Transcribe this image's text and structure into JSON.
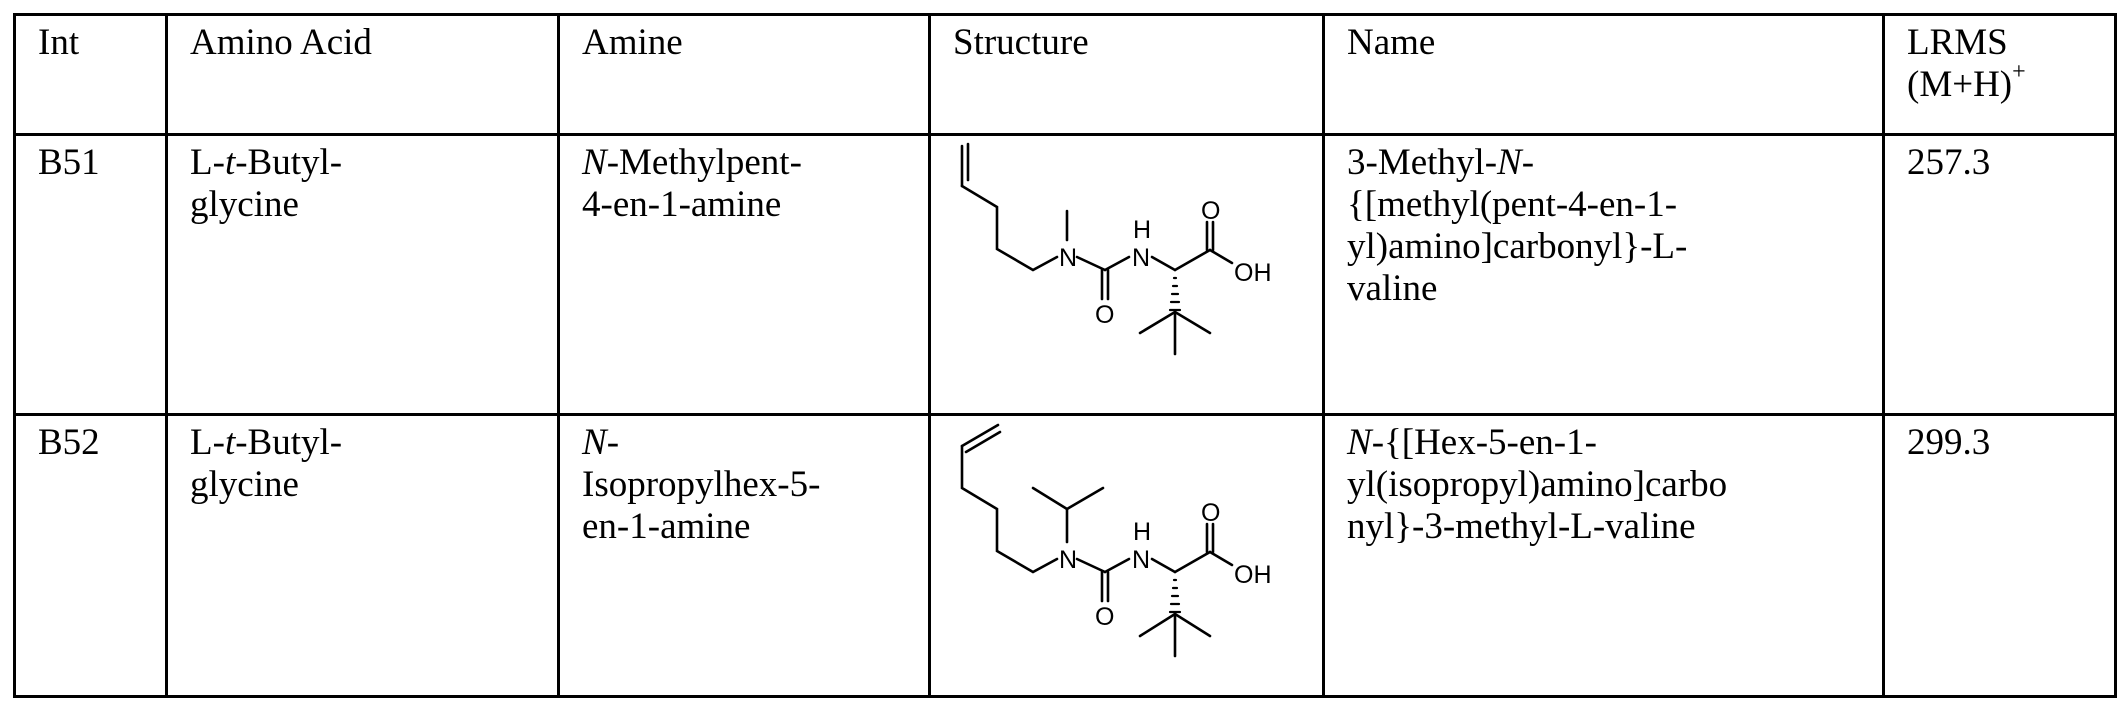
{
  "table": {
    "headers": {
      "int": "Int",
      "amino_acid": "Amino Acid",
      "amine": "Amine",
      "structure": "Structure",
      "name": "Name",
      "lrms_line1": "LRMS",
      "lrms_line2": "(M+H)",
      "lrms_sup": "+"
    },
    "rows": [
      {
        "int": "B51",
        "amino_acid": {
          "prefix": "L-",
          "italic": "t",
          "suffix": "-Butyl-",
          "line2": "glycine"
        },
        "amine": {
          "italic": "N",
          "line1": "-Methylpent-",
          "line2": "4-en-1-amine"
        },
        "structure": {
          "description": "urea of N-methylpent-4-en-1-amine with L-tert-leucine",
          "labels": {
            "n_amide": "N",
            "nh": "N",
            "h": "H",
            "o_carbonyl": "O",
            "o_acid": "O",
            "oh": "OH"
          }
        },
        "name": {
          "l1_prefix": "3-Methyl-",
          "l1_italic": "N",
          "l1_suffix": "-",
          "l2": "{[methyl(pent-4-en-1-",
          "l3": "yl)amino]carbonyl}-L-",
          "l4": "valine"
        },
        "lrms": "257.3"
      },
      {
        "int": "B52",
        "amino_acid": {
          "prefix": "L-",
          "italic": "t",
          "suffix": "-Butyl-",
          "line2": "glycine"
        },
        "amine": {
          "italic": "N",
          "line1": "-",
          "line2": "Isopropylhex-5-",
          "line3": "en-1-amine"
        },
        "structure": {
          "description": "urea of N-isopropylhex-5-en-1-amine with L-tert-leucine",
          "labels": {
            "n_amide": "N",
            "nh": "N",
            "h": "H",
            "o_carbonyl": "O",
            "o_acid": "O",
            "oh": "OH"
          }
        },
        "name": {
          "l1_italic": "N",
          "l1_suffix": "-{[Hex-5-en-1-",
          "l2": "yl(isopropyl)amino]carbo",
          "l3": "nyl}-3-methyl-L-valine"
        },
        "lrms": "299.3"
      }
    ]
  }
}
